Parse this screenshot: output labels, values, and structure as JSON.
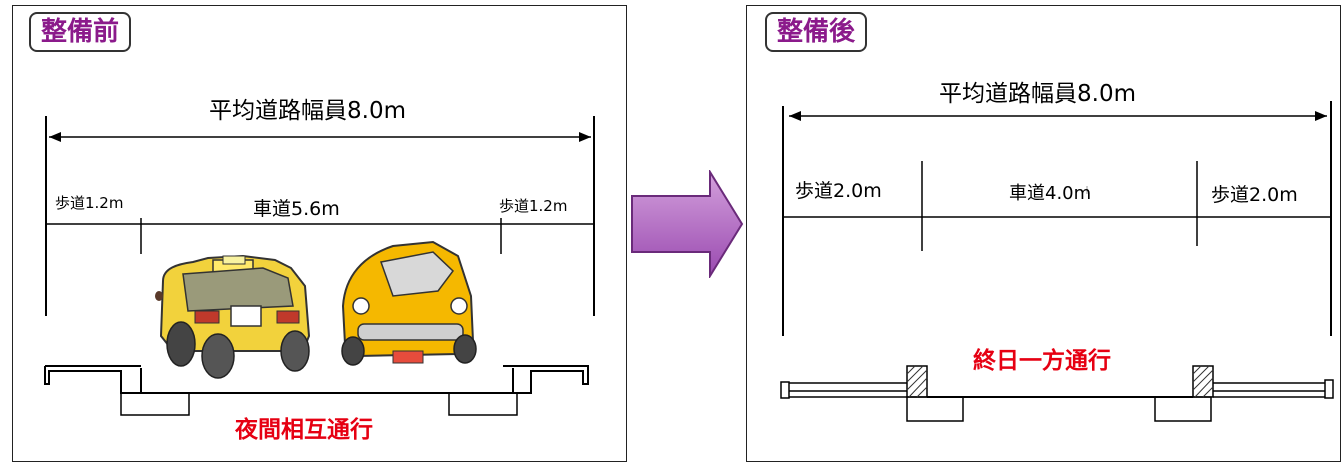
{
  "before": {
    "badge": "整備前",
    "total_width": "平均道路幅員8.0m",
    "sidewalk_left": "歩道1.2m",
    "roadway": "車道5.6m",
    "sidewalk_right": "歩道1.2m",
    "traffic": "夜間相互通行"
  },
  "after": {
    "badge": "整備後",
    "total_width": "平均道路幅員8.0m",
    "sidewalk_left": "歩道2.0m",
    "roadway": "車道4.0m",
    "sidewalk_right": "歩道2.0m",
    "traffic": "終日一方通行"
  },
  "colors": {
    "badge_text": "#8b1a8b",
    "traffic_text": "#e60012",
    "arrow_fill": "#b870c8",
    "taxi_yellow": "#f2d23c",
    "car_yellow": "#f5b800"
  }
}
